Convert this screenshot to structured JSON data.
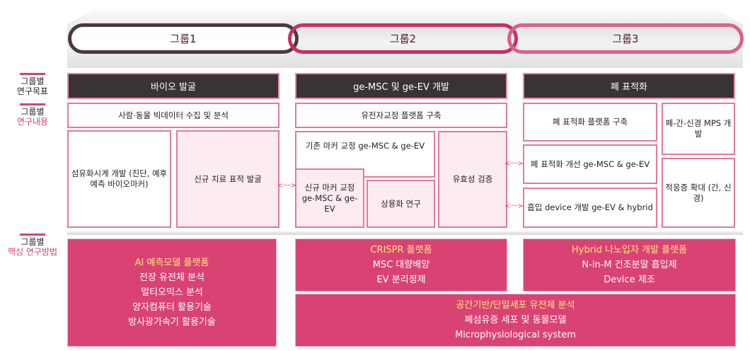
{
  "groups": [
    "그룹1",
    "그룹2",
    "그룹3"
  ],
  "row_labels": {
    "goal": [
      "그룹별",
      "연구목표"
    ],
    "content": [
      "그룹별",
      "연구내용"
    ],
    "method": [
      "그룹별",
      "핵심 연구방법"
    ]
  },
  "goals": [
    "바이오 발굴",
    "ge-MSC 및 ge-EV 개발",
    "폐 표적화"
  ],
  "content": {
    "g1_top": "사람·동물 빅데이터 수집 및 분석",
    "g1_a": "섬유화시계 개발 (진단, 예후 예측 바이오마커)",
    "g1_b": "신규 치료 표적 발굴",
    "g2_top": "유전자교정 플랫폼 구축",
    "g2_a": "기존 마커 교정 ge-MSC & ge-EV",
    "g2_b": "신규 마커 교정 ge-MSC & ge-EV",
    "g2_c": "상용화 연구",
    "g2_d": "유효성 검증",
    "g3_a": "폐 표적화 플랫폼 구축",
    "g3_b": "폐-간-신경 MPS 개발",
    "g3_c": "폐 표적화 개선 ge-MSC & ge-EV",
    "g3_d": "흡입 device 개발 ge-EV & hybrid",
    "g3_e": "적응증 확대 (간, 신경)"
  },
  "methods": {
    "g1": {
      "highlight": "AI 예측모델 플랫폼",
      "items": [
        "전장 유전체 분석",
        "멀티오믹스 분석",
        "양자컴퓨터 활용기술",
        "방사광가속기 활용기술"
      ]
    },
    "g2": {
      "highlight": "CRISPR 플랫폼",
      "items": [
        "MSC 대량배양",
        "EV 분리정제"
      ]
    },
    "g3": {
      "highlight": "Hybrid 나노입자 개발 플랫폼",
      "items": [
        "N-in-M 건조분말 흡입제",
        "Device 제조"
      ]
    },
    "g23": {
      "highlight": "공간기반/단일세포 유전체 분석",
      "items": [
        "폐섬유증 세포 및 동물모델",
        "Microphysiological system"
      ]
    }
  }
}
